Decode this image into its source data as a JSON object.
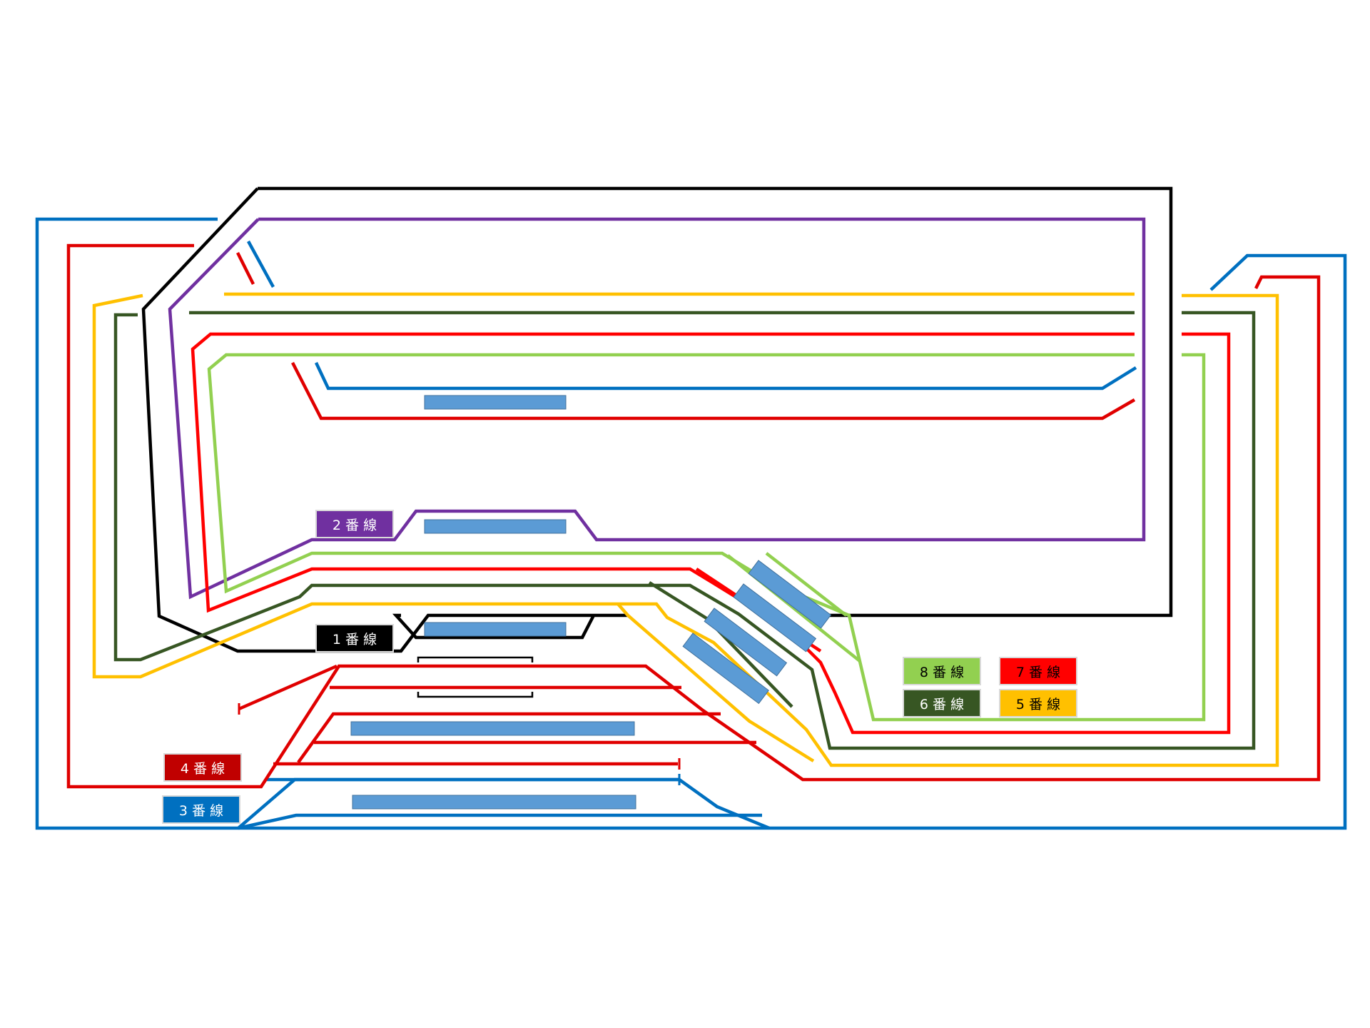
{
  "lines": [
    {
      "key": "line1",
      "label": "1 番 線",
      "color": "#000000",
      "text_color": "#ffffff"
    },
    {
      "key": "line2",
      "label": "2 番 線",
      "color": "#7030a0",
      "text_color": "#ffffff"
    },
    {
      "key": "line3",
      "label": "3 番 線",
      "color": "#0070c0",
      "text_color": "#ffffff"
    },
    {
      "key": "line4",
      "label": "4 番 線",
      "color": "#c00000",
      "text_color": "#ffffff"
    },
    {
      "key": "line5",
      "label": "5 番 線",
      "color": "#ffc000",
      "text_color": "#000000"
    },
    {
      "key": "line6",
      "label": "6 番 線",
      "color": "#375623",
      "text_color": "#ffffff"
    },
    {
      "key": "line7",
      "label": "7 番 線",
      "color": "#ff0000",
      "text_color": "#000000"
    },
    {
      "key": "line8",
      "label": "8 番 線",
      "color": "#92d050",
      "text_color": "#000000"
    }
  ],
  "colors": {
    "platform_fill": "#5b9bd5",
    "siding_red": "#e00000"
  }
}
